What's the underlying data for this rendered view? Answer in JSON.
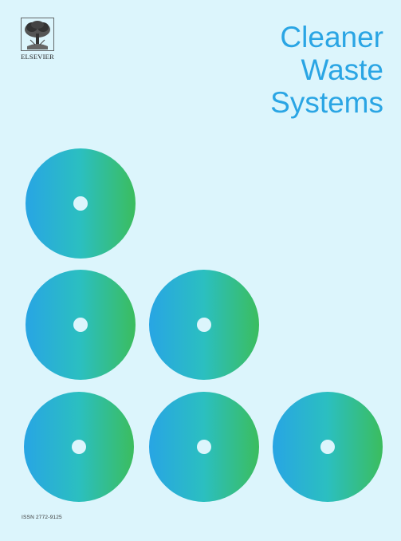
{
  "publisher": {
    "name": "ELSEVIER",
    "logo_icon": "elsevier-tree-icon"
  },
  "journal": {
    "title_lines": [
      "Cleaner",
      "Waste",
      "Systems"
    ]
  },
  "issn": "ISSN 2772-9125",
  "colors": {
    "background": "#dcf5fc",
    "title": "#2aa5e4",
    "disc_gradient_start": "#28a5e4",
    "disc_gradient_mid": "#2bbfc0",
    "disc_gradient_end": "#3bbd5e",
    "disc_hole": "#dcf5fc"
  },
  "discs": {
    "rows": [
      1,
      2,
      3
    ]
  }
}
